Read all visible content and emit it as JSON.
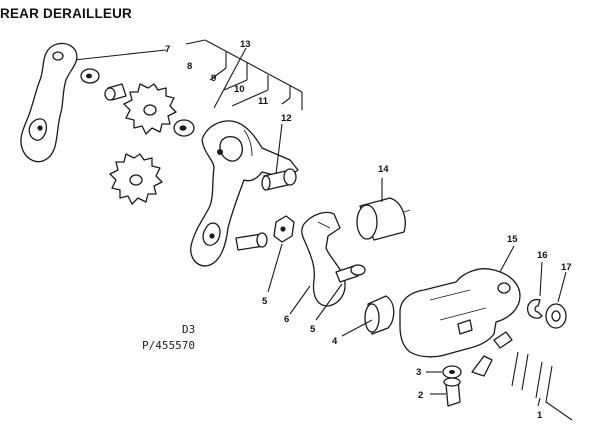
{
  "title": "REAR DERAILLEUR",
  "drawing_codes": {
    "diagram": "D3",
    "part_number": "P/455570"
  },
  "callouts": [
    "1",
    "2",
    "3",
    "4",
    "5",
    "5",
    "6",
    "7",
    "8",
    "9",
    "10",
    "11",
    "12",
    "13",
    "14",
    "15",
    "16",
    "17"
  ]
}
